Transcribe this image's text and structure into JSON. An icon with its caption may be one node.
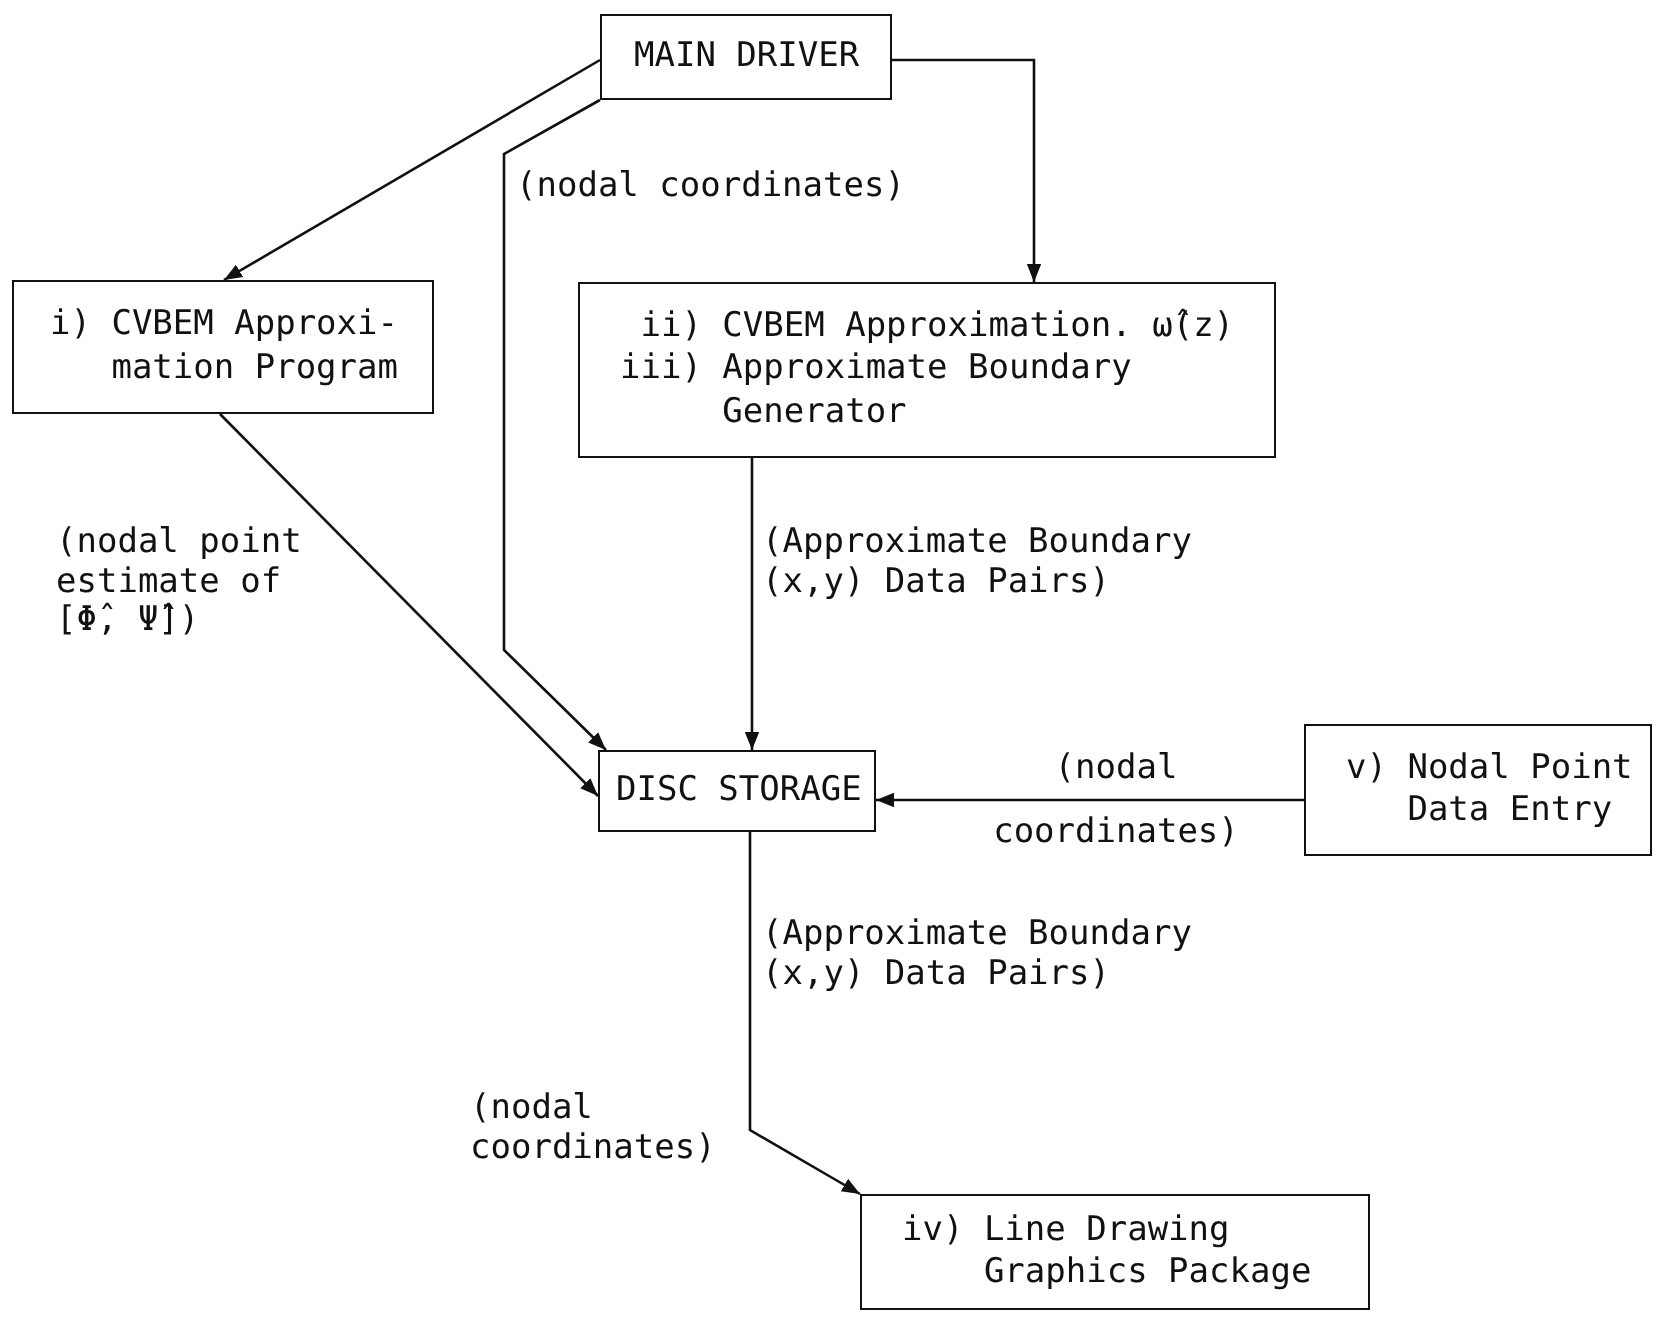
{
  "diagram": {
    "nodes": [
      {
        "text": [
          "MAIN DRIVER"
        ]
      },
      {
        "text": [
          "i) CVBEM Approxi- mation Program"
        ]
      },
      {
        "text": [
          "ii) CVBEM Approximation. ω̂(z)",
          "iii) Approximate Boundary Generator"
        ]
      },
      {
        "text": [
          "DISC STORAGE"
        ]
      },
      {
        "text": [
          "v) Nodal Point Data Entry"
        ]
      },
      {
        "text": [
          "iv) Line Drawing Graphics Package"
        ]
      }
    ],
    "edges": [
      {
        "from": 0,
        "to": 1,
        "arrow": "to"
      },
      {
        "from": 0,
        "to": 2,
        "arrow": "to"
      },
      {
        "from": 0,
        "to": 3,
        "arrow": "to",
        "label": "(nodal coordinates)"
      },
      {
        "from": 1,
        "to": 3,
        "arrow": "to",
        "label": "(nodal point estimate of [Φ̂, Ψ̂])"
      },
      {
        "from": 2,
        "to": 3,
        "arrow": "to",
        "label": "(Approximate Boundary (x,y) Data Pairs)"
      },
      {
        "from": 4,
        "to": 3,
        "arrow": "to",
        "label": "(nodal coordinates)"
      },
      {
        "from": 3,
        "to": 5,
        "arrow": "to",
        "label": "(Approximate Boundary (x,y) Data Pairs)"
      }
    ],
    "labels": [
      "(nodal coordinates)"
    ]
  }
}
